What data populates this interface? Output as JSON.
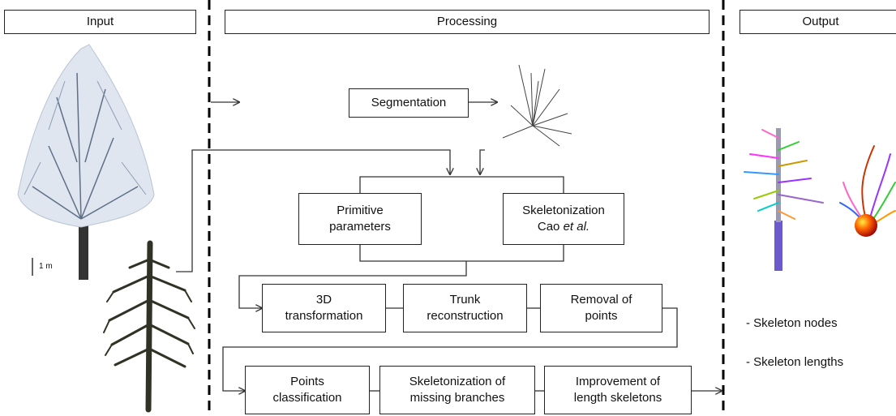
{
  "headers": {
    "input": "Input",
    "processing": "Processing",
    "output": "Output"
  },
  "input": {
    "scale_label": "1 m"
  },
  "steps": {
    "segmentation": [
      "Segmentation"
    ],
    "primitive": [
      "Primitive",
      "parameters"
    ],
    "skeletonization": {
      "line1": "Skeletonization",
      "line2_prefix": "Cao ",
      "line2_italic": "et al."
    },
    "transformation": [
      "3D",
      "transformation"
    ],
    "trunk": [
      "Trunk",
      "reconstruction"
    ],
    "removal": [
      "Removal of",
      "points"
    ],
    "points_classification": [
      "Points",
      "classification"
    ],
    "skeletonization_missing": [
      "Skeletonization of",
      "missing branches"
    ],
    "improvement": [
      "Improvement of",
      "length skeletons"
    ]
  },
  "output": {
    "items": [
      "- Skeleton nodes",
      "- Skeleton lengths"
    ]
  }
}
